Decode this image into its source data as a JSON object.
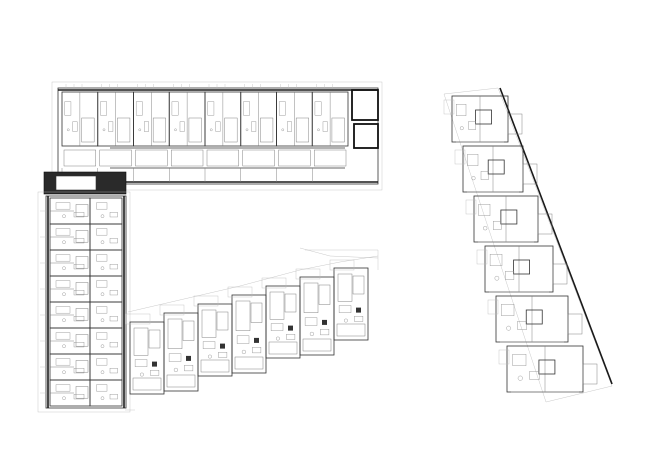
{
  "drawing": {
    "kind": "architectural-floor-plan",
    "background_color": "#ffffff",
    "line_color": "#333333",
    "buildings": [
      {
        "id": "l-shaped-block",
        "wings": [
          {
            "id": "north-wing",
            "units": 8
          },
          {
            "id": "west-wing",
            "units": 8
          }
        ]
      },
      {
        "id": "south-terraced-block",
        "units": 7
      },
      {
        "id": "east-slanted-block",
        "units": 6
      }
    ]
  }
}
